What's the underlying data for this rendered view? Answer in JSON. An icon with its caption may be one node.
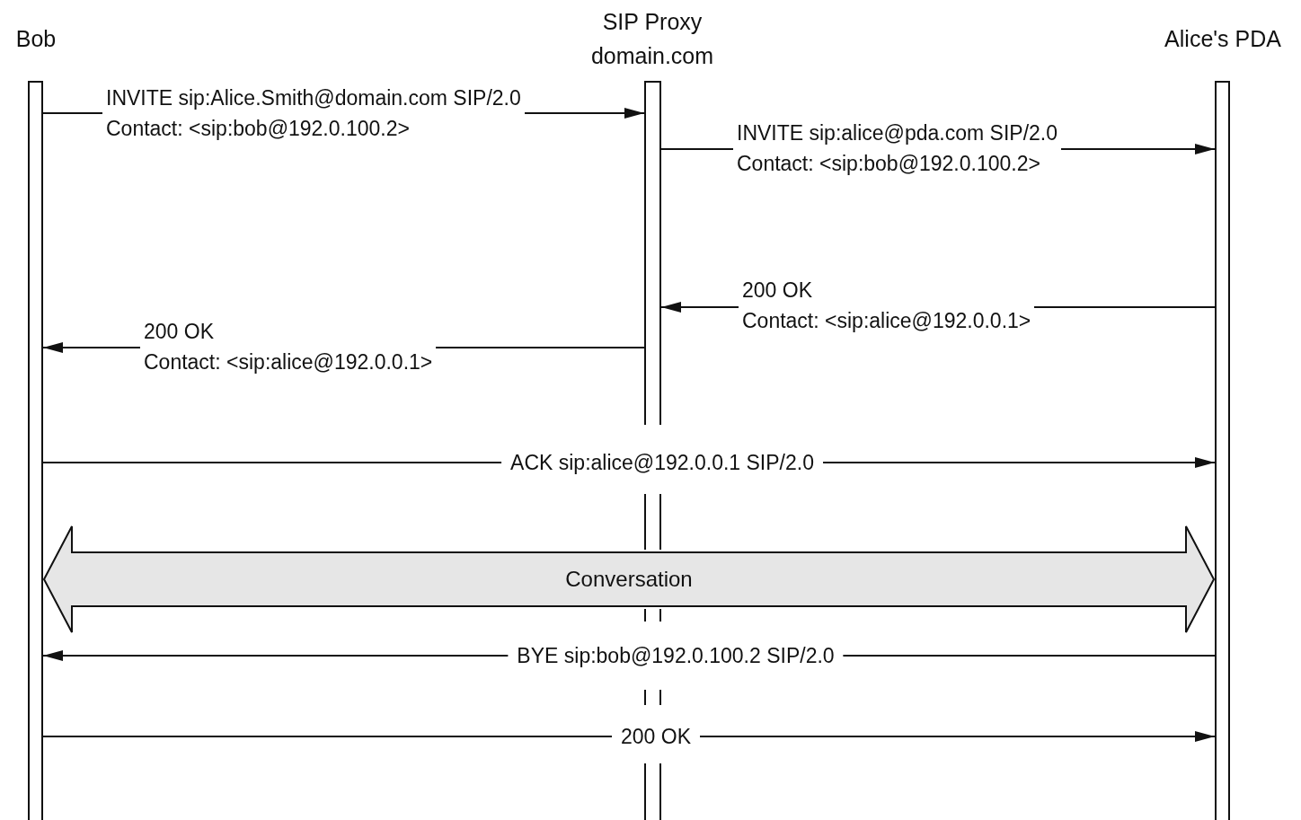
{
  "diagram": {
    "nodes": [
      {
        "text": [
          "Bob"
        ]
      },
      {
        "text": [
          "SIP Proxy domain.com"
        ]
      },
      {
        "text": [
          "Alice's PDA"
        ]
      },
      {
        "text": [
          "Conversation"
        ]
      }
    ],
    "edges": [
      {
        "from": 0,
        "to": 1,
        "arrow": "to",
        "label": "INVITE sip:Alice.Smith@domain.com SIP/2.0 Contact: <sip:bob@192.0.100.2>"
      },
      {
        "from": 1,
        "to": 2,
        "arrow": "to",
        "label": "INVITE sip:alice@pda.com SIP/2.0 Contact: <sip:bob@192.0.100.2>"
      },
      {
        "from": 2,
        "to": 1,
        "arrow": "to",
        "label": "200 OK Contact: <sip:alice@192.0.0.1>"
      },
      {
        "from": 1,
        "to": 0,
        "arrow": "to",
        "label": "200 OK Contact: <sip:alice@192.0.0.1>"
      },
      {
        "from": 0,
        "to": 2,
        "arrow": "to",
        "label": "ACK sip:alice@192.0.0.1 SIP/2.0"
      },
      {
        "from": 2,
        "to": 0,
        "arrow": "to",
        "label": "BYE sip:bob@192.0.100.2 SIP/2.0"
      },
      {
        "from": 0,
        "to": 2,
        "arrow": "to",
        "label": "200 OK"
      }
    ]
  }
}
